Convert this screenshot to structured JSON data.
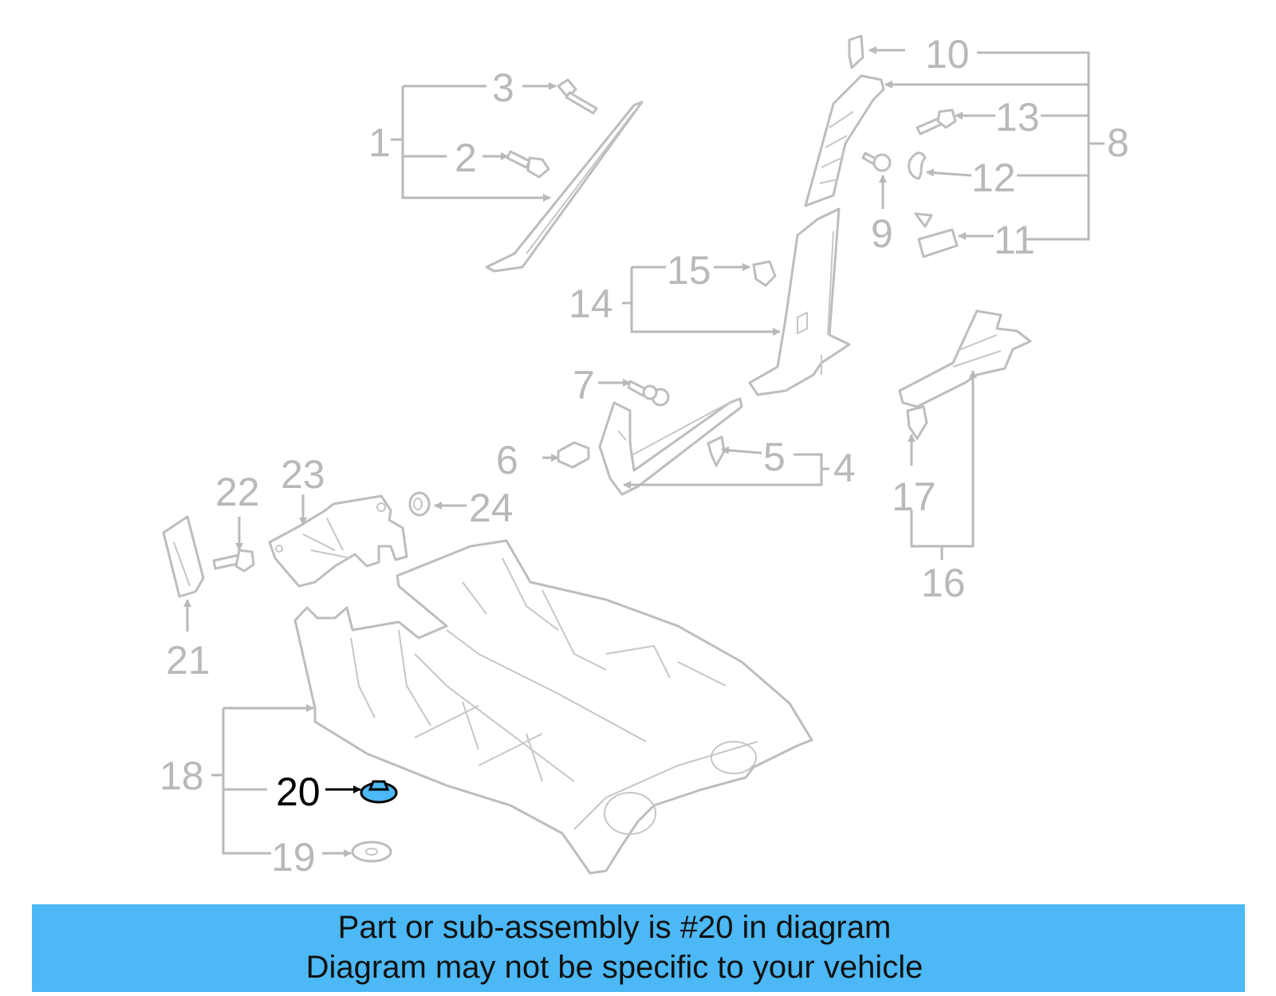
{
  "diagram": {
    "highlight_label": "20",
    "highlight_color": "#4cb8f5",
    "labels": [
      "1",
      "2",
      "3",
      "4",
      "5",
      "6",
      "7",
      "8",
      "9",
      "10",
      "11",
      "12",
      "13",
      "14",
      "15",
      "16",
      "17",
      "18",
      "19",
      "21",
      "22",
      "23",
      "24"
    ]
  },
  "banner": {
    "line1": "Part or sub-assembly is #20 in diagram",
    "line2": "Diagram may not be specific to your vehicle"
  }
}
